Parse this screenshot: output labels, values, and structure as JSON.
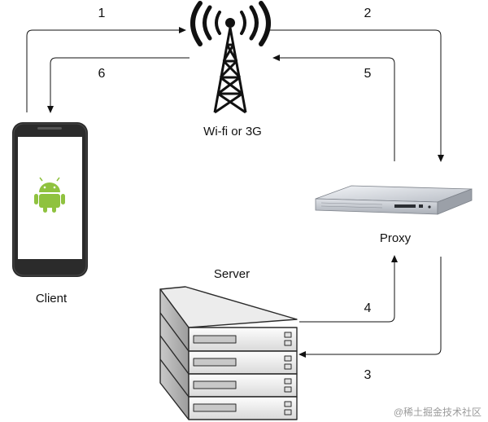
{
  "nodes": {
    "tower_label": "Wi-fi or 3G",
    "client_label": "Client",
    "proxy_label": "Proxy",
    "server_label": "Server"
  },
  "steps": [
    "1",
    "2",
    "3",
    "4",
    "5",
    "6"
  ],
  "watermark": "@稀土掘金技术社区",
  "colors": {
    "line": "#111111",
    "android_green": "#8fc23f",
    "phone_body": "#2b2b2b",
    "screen": "#ffffff"
  },
  "icons": [
    "antenna-tower-icon",
    "android-phone-icon",
    "proxy-appliance-icon",
    "server-stack-icon",
    "android-logo-icon"
  ]
}
